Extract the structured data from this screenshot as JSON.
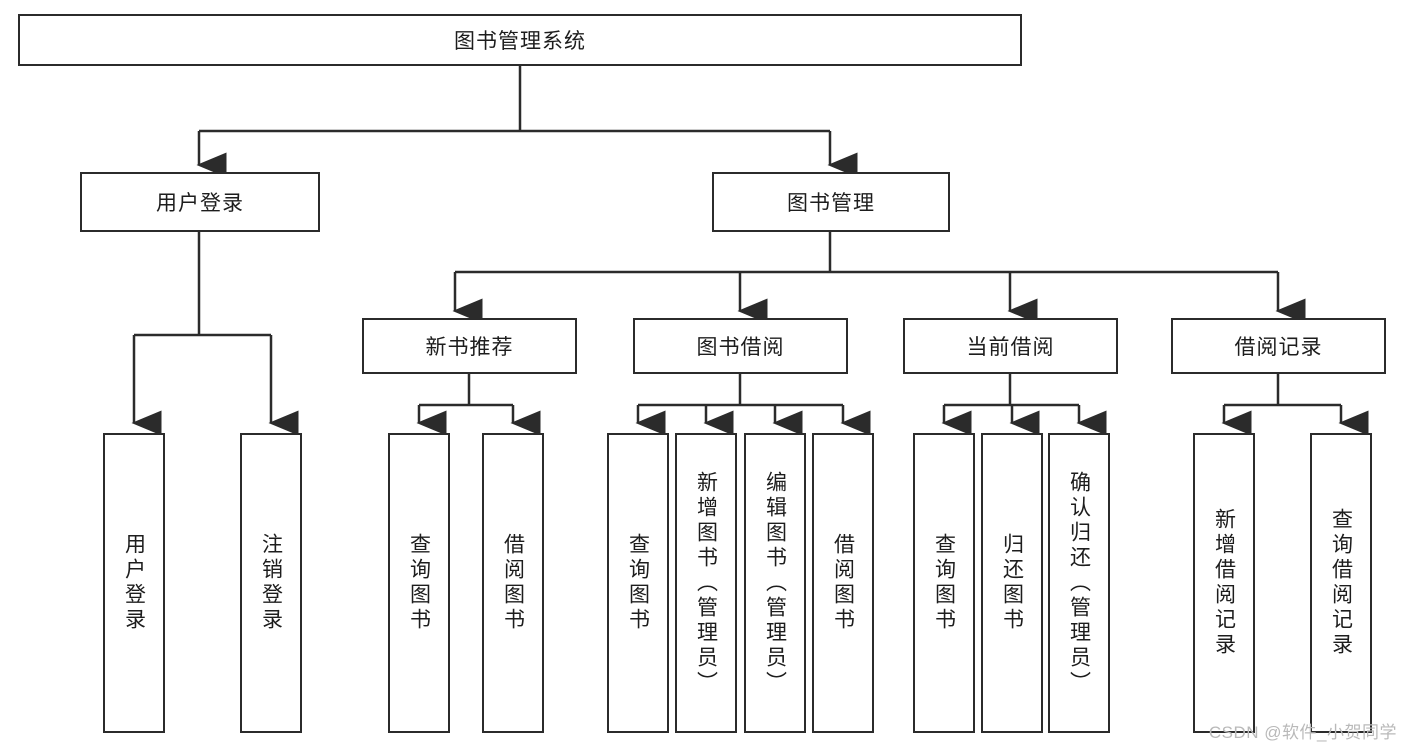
{
  "diagram": {
    "title": "图书管理系统",
    "type": "tree",
    "theme": {
      "background": "#ffffff",
      "stroke": "#2b2b2b",
      "text": "#1d1d1d",
      "watermark": "#b9b9b9"
    },
    "watermark": "CSDN @软件_小贺同学",
    "levels": {
      "root": {
        "label": "图书管理系统"
      },
      "level2": [
        {
          "label": "用户登录"
        },
        {
          "label": "图书管理"
        }
      ],
      "level3": [
        {
          "label": "新书推荐"
        },
        {
          "label": "图书借阅"
        },
        {
          "label": "当前借阅"
        },
        {
          "label": "借阅记录"
        }
      ],
      "leaves": [
        {
          "label": "用户登录",
          "parent": "用户登录"
        },
        {
          "label": "注销登录",
          "parent": "用户登录"
        },
        {
          "label": "查询图书",
          "parent": "新书推荐"
        },
        {
          "label": "借阅图书",
          "parent": "新书推荐"
        },
        {
          "label": "查询图书",
          "parent": "图书借阅"
        },
        {
          "label": "新增图书（管理员）",
          "parent": "图书借阅"
        },
        {
          "label": "编辑图书（管理员）",
          "parent": "图书借阅"
        },
        {
          "label": "借阅图书",
          "parent": "图书借阅"
        },
        {
          "label": "查询图书",
          "parent": "当前借阅"
        },
        {
          "label": "归还图书",
          "parent": "当前借阅"
        },
        {
          "label": "确认归还（管理员）",
          "parent": "当前借阅"
        },
        {
          "label": "新增借阅记录",
          "parent": "借阅记录"
        },
        {
          "label": "查询借阅记录",
          "parent": "借阅记录"
        }
      ]
    }
  }
}
